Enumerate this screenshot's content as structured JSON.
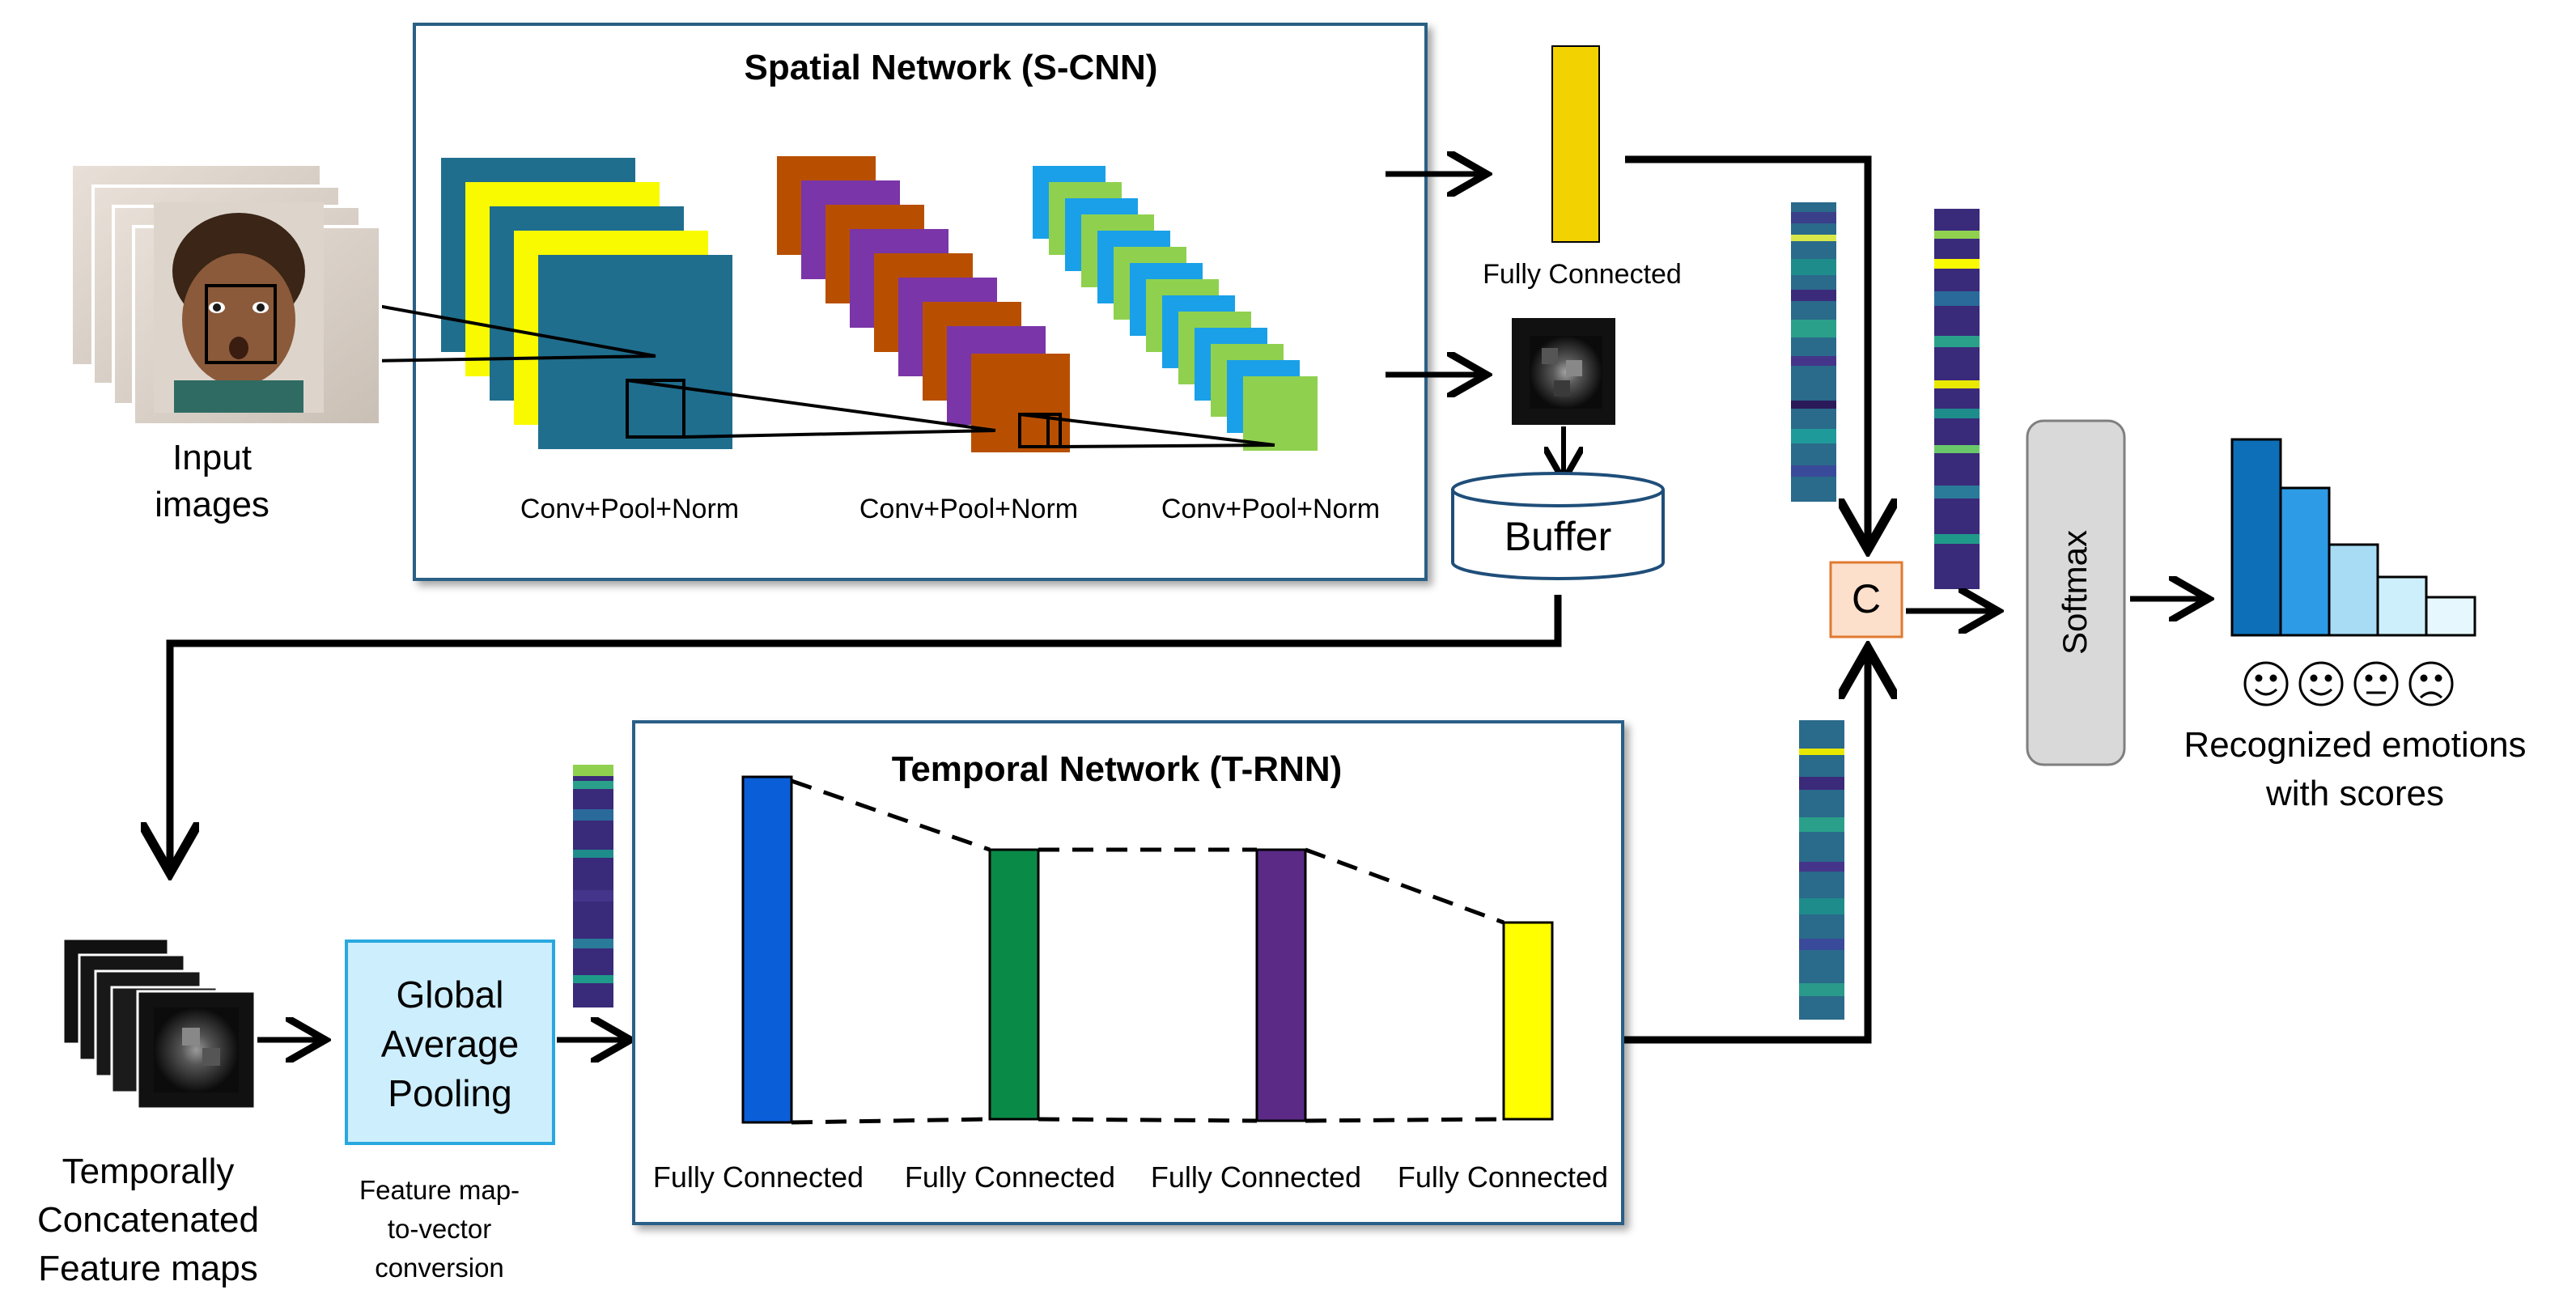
{
  "spatial": {
    "title": "Spatial Network (S-CNN)",
    "stage1_label": "Conv+Pool+Norm",
    "stage2_label": "Conv+Pool+Norm",
    "stage3_label": "Conv+Pool+Norm"
  },
  "input": {
    "line1": "Input",
    "line2": "images"
  },
  "fc_spatial_label": "Fully Connected",
  "buffer_label": "Buffer",
  "concat_label": "C",
  "softmax_label": "Softmax",
  "output": {
    "line1": "Recognized emotions",
    "line2": "with scores",
    "emotion_icons": [
      "happy-face",
      "happy-face",
      "neutral-face",
      "sad-face"
    ],
    "score_colors": [
      "#0d6fb8",
      "#2e9be6",
      "#a8dcf5",
      "#cdeffb",
      "#e6f8fd"
    ]
  },
  "temporal": {
    "title": "Temporal Network (T-RNN)",
    "fc_labels": [
      "Fully Connected",
      "Fully Connected",
      "Fully Connected",
      "Fully Connected"
    ],
    "fc_colors": [
      "#0a5fd9",
      "#0a8a47",
      "#5a2a86",
      "#ffff00"
    ]
  },
  "gap": {
    "line1": "Global",
    "line2": "Average",
    "line3": "Pooling"
  },
  "gap_caption": {
    "line1": "Feature map-",
    "line2": "to-vector",
    "line3": "conversion"
  },
  "maps_caption": {
    "line1": "Temporally",
    "line2": "Concatenated",
    "line3": "Feature maps"
  },
  "colors": {
    "box_border": "#2a5f86",
    "teal": "#1f6e8e",
    "yellow": "#f9f900",
    "orange": "#b84f00",
    "purple": "#7a35a8",
    "light_blue": "#1aa0e8",
    "light_green": "#8fd14f",
    "fc_gold": "#f2d200",
    "concat_fill": "#fce0cc",
    "concat_border": "#e07a30",
    "softmax_fill": "#d9d9d9",
    "gap_fill": "#cdeefd",
    "gap_border": "#29a8e0"
  }
}
